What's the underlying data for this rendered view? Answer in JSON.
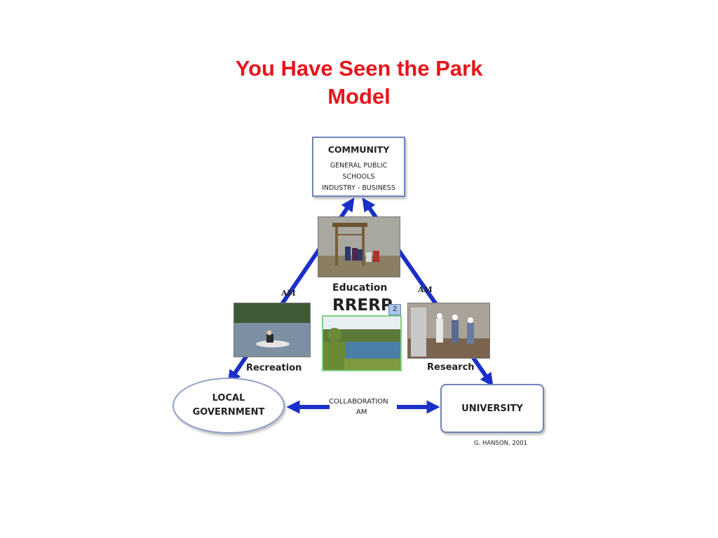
{
  "slide": {
    "title_line1": "You Have Seen the Park",
    "title_line2": "Model",
    "slide_number": "2"
  },
  "community": {
    "heading": "COMMUNITY",
    "lines": [
      "GENERAL PUBLIC",
      "SCHOOLS",
      "INDUSTRY - BUSINESS"
    ]
  },
  "local_government": {
    "line1": "LOCAL",
    "line2": "GOVERNMENT"
  },
  "university": {
    "label": "UNIVERSITY"
  },
  "center": {
    "education": "Education",
    "rrerp": "RRERP"
  },
  "edge_labels": {
    "recreation": "Recreation",
    "research": "Research",
    "am_left": "AM",
    "am_right": "AM",
    "collaboration": "COLLABORATION",
    "collaboration_am": "AM"
  },
  "credit": "G. HANSON, 2001",
  "colors": {
    "title": "#e8141b",
    "arrow": "#1a2fc9",
    "box_border": "#6f82b8"
  }
}
